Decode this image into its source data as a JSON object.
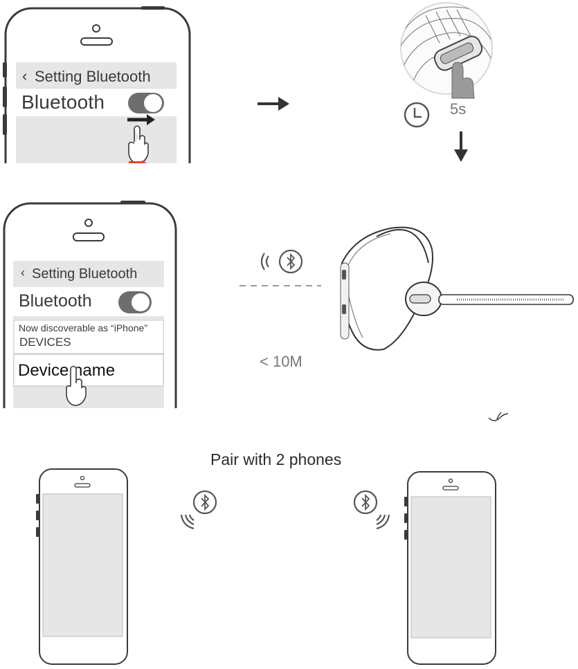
{
  "step1": {
    "header": "Setting Bluetooth",
    "toggle_label": "Bluetooth"
  },
  "step2": {
    "timer_label": "5s"
  },
  "step3": {
    "header": "Setting Bluetooth",
    "toggle_label": "Bluetooth",
    "discoverable_text": "Now discoverable as “iPhone”",
    "devices_label": "DEVICES",
    "device_name": "Device name",
    "range_label": "< 10M"
  },
  "step4": {
    "caption": "Pair with 2 phones"
  },
  "colors": {
    "outline": "#3a3a3a",
    "screen_gray": "#e6e6e6",
    "toggle_on": "#6e6e6e",
    "accent_red": "#e8452c",
    "icon_gray": "#555555"
  },
  "icons": [
    "back-chevron-icon",
    "toggle-switch-icon",
    "hand-pointer-icon",
    "arrow-right-icon",
    "arrow-down-icon",
    "clock-icon",
    "bluetooth-icon",
    "wifi-waves-icon",
    "headset-illustration"
  ]
}
